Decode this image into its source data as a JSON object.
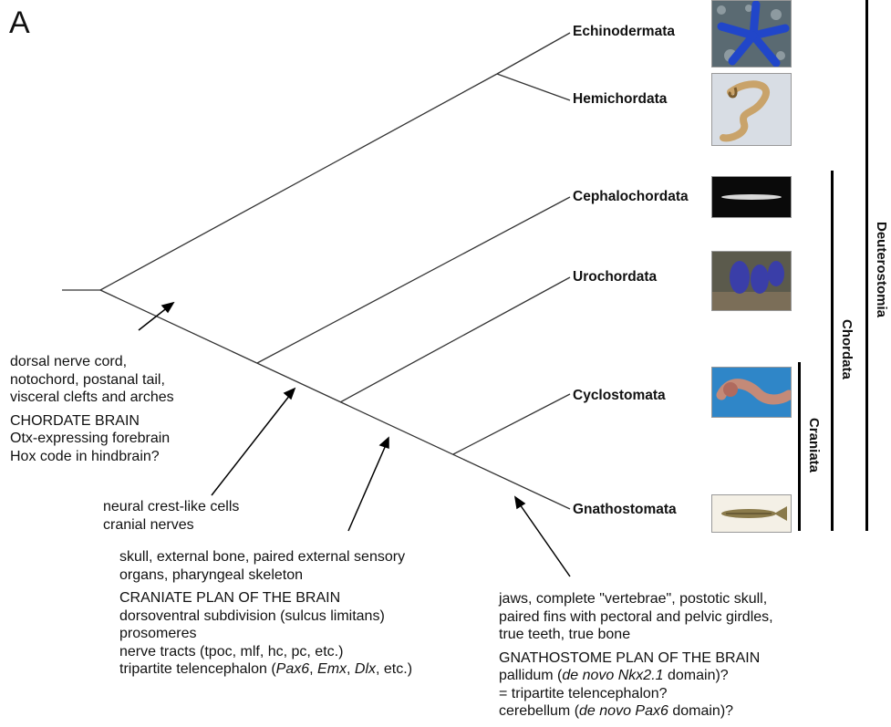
{
  "panel_label": "A",
  "taxa": {
    "echinodermata": "Echinodermata",
    "hemichordata": "Hemichordata",
    "cephalochordata": "Cephalochordata",
    "urochordata": "Urochordata",
    "cyclostomata": "Cyclostomata",
    "gnathostomata": "Gnathostomata"
  },
  "clades": {
    "deuterostomia": "Deuterostomia",
    "chordata": "Chordata",
    "craniata": "Craniata"
  },
  "notes": {
    "chordate": {
      "l1": "dorsal nerve cord,",
      "l2": "notochord, postanal tail,",
      "l3": "visceral clefts and arches",
      "l4": "CHORDATE BRAIN",
      "l5": "Otx-expressing forebrain",
      "l6": "Hox code in hindbrain?"
    },
    "olfactores": {
      "l1": "neural crest-like cells",
      "l2": "cranial nerves"
    },
    "craniate": {
      "l1": "skull, external bone, paired external sensory",
      "l2": "organs, pharyngeal skeleton",
      "l3": "CRANIATE PLAN OF THE BRAIN",
      "l4": "dorsoventral subdivision (sulcus limitans)",
      "l5": "prosomeres",
      "l6": "nerve tracts (tpoc, mlf, hc, pc, etc.)",
      "l7a": "tripartite telencephalon (",
      "l7b": "Pax6",
      "l7c": ", ",
      "l7d": "Emx",
      "l7e": ", ",
      "l7f": "Dlx",
      "l7g": ", etc.)"
    },
    "gnathostome": {
      "l1": "jaws, complete \"vertebrae\", postotic skull,",
      "l2": "paired fins with pectoral and pelvic girdles,",
      "l3": "true teeth, true bone",
      "l4": "GNATHOSTOME PLAN OF THE BRAIN",
      "l5a": "pallidum (",
      "l5b": "de novo Nkx2.1",
      "l5c": " domain)?",
      "l6": "= tripartite telencephalon?",
      "l7a": "cerebellum (",
      "l7b": "de novo Pax6",
      "l7c": " domain)?"
    }
  },
  "colors": {
    "line": "#333333",
    "starfish_bg": "#5a6a72",
    "starfish": "#2146c9",
    "acorn_worm_bg": "#d8dde4",
    "acorn_worm": "#c9a36a",
    "amphioxus_bg": "#0a0a0a",
    "amphioxus": "#d8d8d8",
    "tunicate_bg": "#5b5a4c",
    "tunicate": "#3a3ea8",
    "lamprey_bg": "#2f86c8",
    "lamprey": "#c48a78",
    "fish_bg": "#f4f0e6",
    "fish": "#8a7a4a"
  }
}
